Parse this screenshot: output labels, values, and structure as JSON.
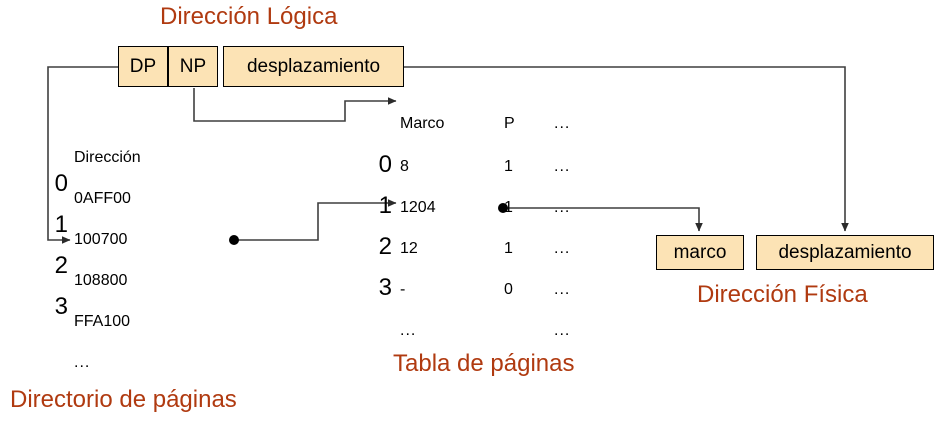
{
  "diagram": {
    "logical_address": {
      "title": "Dirección Lógica",
      "fields": [
        {
          "name": "dp",
          "label": "DP"
        },
        {
          "name": "np",
          "label": "NP"
        },
        {
          "name": "offset",
          "label": "desplazamiento"
        }
      ]
    },
    "page_directory": {
      "caption": "Directorio de páginas",
      "columns": [
        "Dirección"
      ],
      "row_indices": [
        "0",
        "1",
        "2",
        "3",
        ""
      ],
      "rows": [
        [
          "0AFF00"
        ],
        [
          "100700"
        ],
        [
          "108800"
        ],
        [
          "FFA100"
        ],
        [
          "..."
        ]
      ],
      "highlighted_row_index": "1"
    },
    "page_table": {
      "caption": "Tabla de páginas",
      "columns": [
        "Marco",
        "P",
        "..."
      ],
      "row_indices": [
        "0",
        "1",
        "2",
        "3",
        ""
      ],
      "rows": [
        [
          "8",
          "1",
          "..."
        ],
        [
          "1204",
          "1",
          "..."
        ],
        [
          "12",
          "1",
          "..."
        ],
        [
          "-",
          "0",
          "..."
        ],
        [
          "...",
          "",
          "..."
        ]
      ],
      "highlighted_row_index": "1"
    },
    "physical_address": {
      "title": "Dirección Física",
      "fields": [
        {
          "name": "frame",
          "label": "marco"
        },
        {
          "name": "offset",
          "label": "desplazamiento"
        }
      ]
    },
    "colors": {
      "title_text": "#B03A10",
      "table_header": "#C0504D",
      "table_cell": "#F2E8E7",
      "field_box": "#FCE3B5",
      "connector": "#3F3F3F",
      "background": "#FFFFFF"
    },
    "connectors": [
      {
        "name": "dp-to-directory",
        "from": "logical.dp",
        "to": "page_directory.row1"
      },
      {
        "name": "np-to-page-table",
        "from": "logical.np",
        "to": "page_table.header"
      },
      {
        "name": "directory-row1-to-page-table-row1",
        "from": "page_directory.row1",
        "to": "page_table.row1"
      },
      {
        "name": "page-table-row1-to-frame",
        "from": "page_table.row1",
        "to": "physical.frame"
      },
      {
        "name": "logical-offset-to-physical-offset",
        "from": "logical.offset",
        "to": "physical.offset"
      }
    ]
  }
}
